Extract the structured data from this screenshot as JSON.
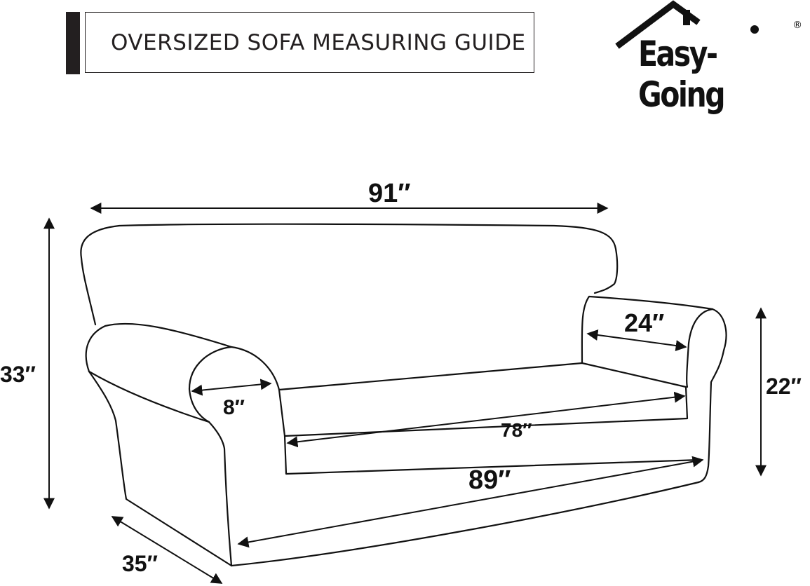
{
  "header": {
    "title": "OVERSIZED SOFA MEASURING GUIDE"
  },
  "logo": {
    "brand": "Easy-Going",
    "mark": "®",
    "icon": "house-icon"
  },
  "dimensions": {
    "overall_width": "91″",
    "overall_height": "33″",
    "arm_height": "22″",
    "arm_depth": "24″",
    "arm_width": "8″",
    "seat_width": "78″",
    "base_width": "89″",
    "depth": "35″"
  },
  "colors": {
    "line": "#111111",
    "accent": "#231f20"
  }
}
